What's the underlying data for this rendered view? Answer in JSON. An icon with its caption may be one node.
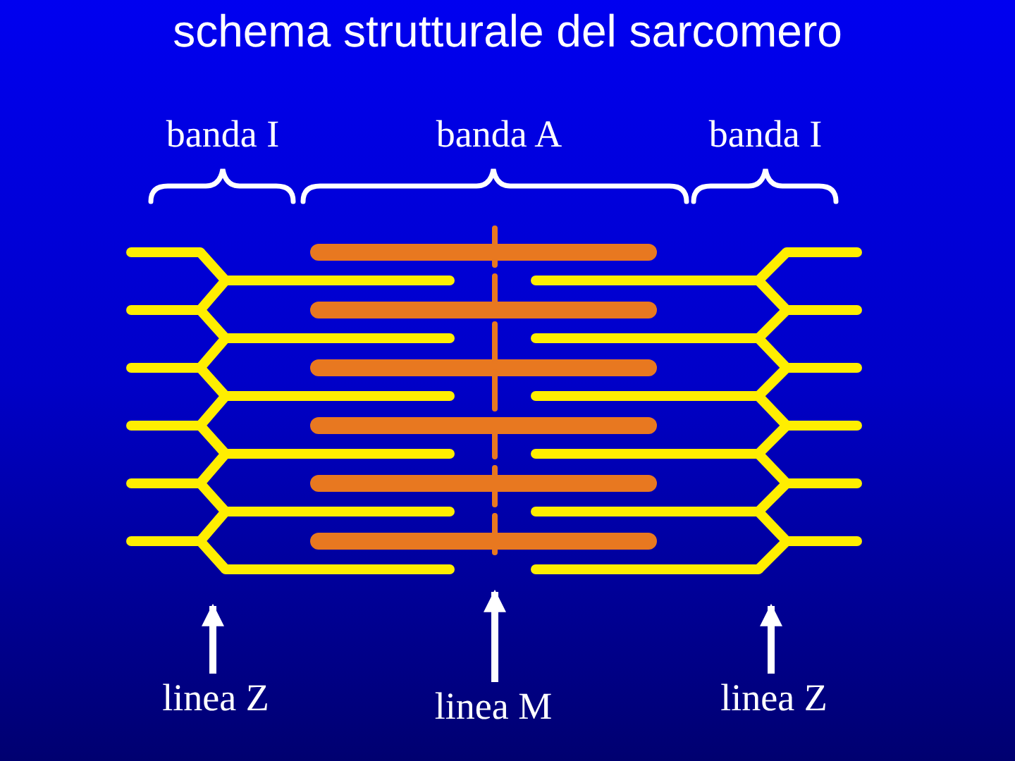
{
  "diagram": {
    "title": "schema strutturale del sarcomero",
    "nodes": [
      {
        "text": [
          "linea Z"
        ]
      },
      {
        "text": [],
        "shape": "line"
      },
      {
        "text": [
          "linea M"
        ]
      },
      {
        "text": [],
        "shape": "line"
      },
      {
        "text": [
          "linea Z"
        ]
      },
      {
        "text": [],
        "shape": "line"
      }
    ],
    "edges": [
      {
        "from": 0,
        "to": 1,
        "arrow": "to"
      },
      {
        "from": 2,
        "to": 3,
        "arrow": "to"
      },
      {
        "from": 4,
        "to": 5,
        "arrow": "to"
      }
    ],
    "labels": [
      "banda I",
      "banda A",
      "banda I"
    ]
  }
}
